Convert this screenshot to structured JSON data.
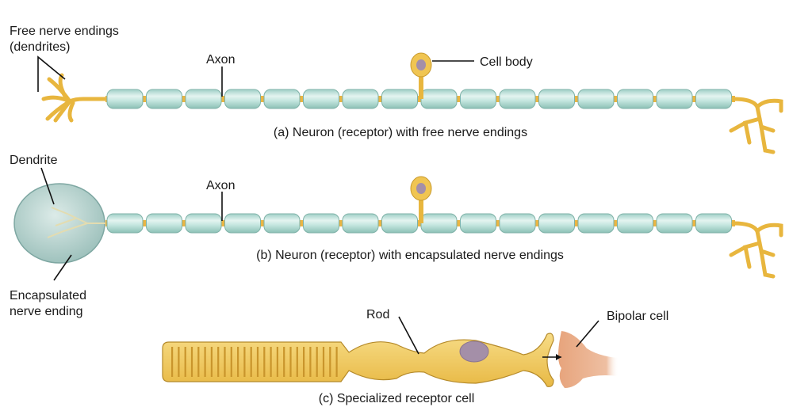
{
  "panel_a": {
    "label_free_endings_1": "Free nerve endings",
    "label_free_endings_2": "(dendrites)",
    "label_axon": "Axon",
    "label_cell_body": "Cell body",
    "caption": "(a) Neuron (receptor) with free nerve endings"
  },
  "panel_b": {
    "label_dendrite": "Dendrite",
    "label_axon": "Axon",
    "label_encapsulated_1": "Encapsulated",
    "label_encapsulated_2": "nerve ending",
    "caption": "(b) Neuron (receptor) with encapsulated nerve endings"
  },
  "panel_c": {
    "label_rod": "Rod",
    "label_bipolar": "Bipolar cell",
    "caption": "(c) Specialized receptor cell"
  },
  "colors": {
    "myelin": "#bfe3dc",
    "neuron": "#f0c552",
    "nucleus": "#a48fa8",
    "bipolar": "#e9a67e",
    "capsule": "#b9d5d1"
  }
}
